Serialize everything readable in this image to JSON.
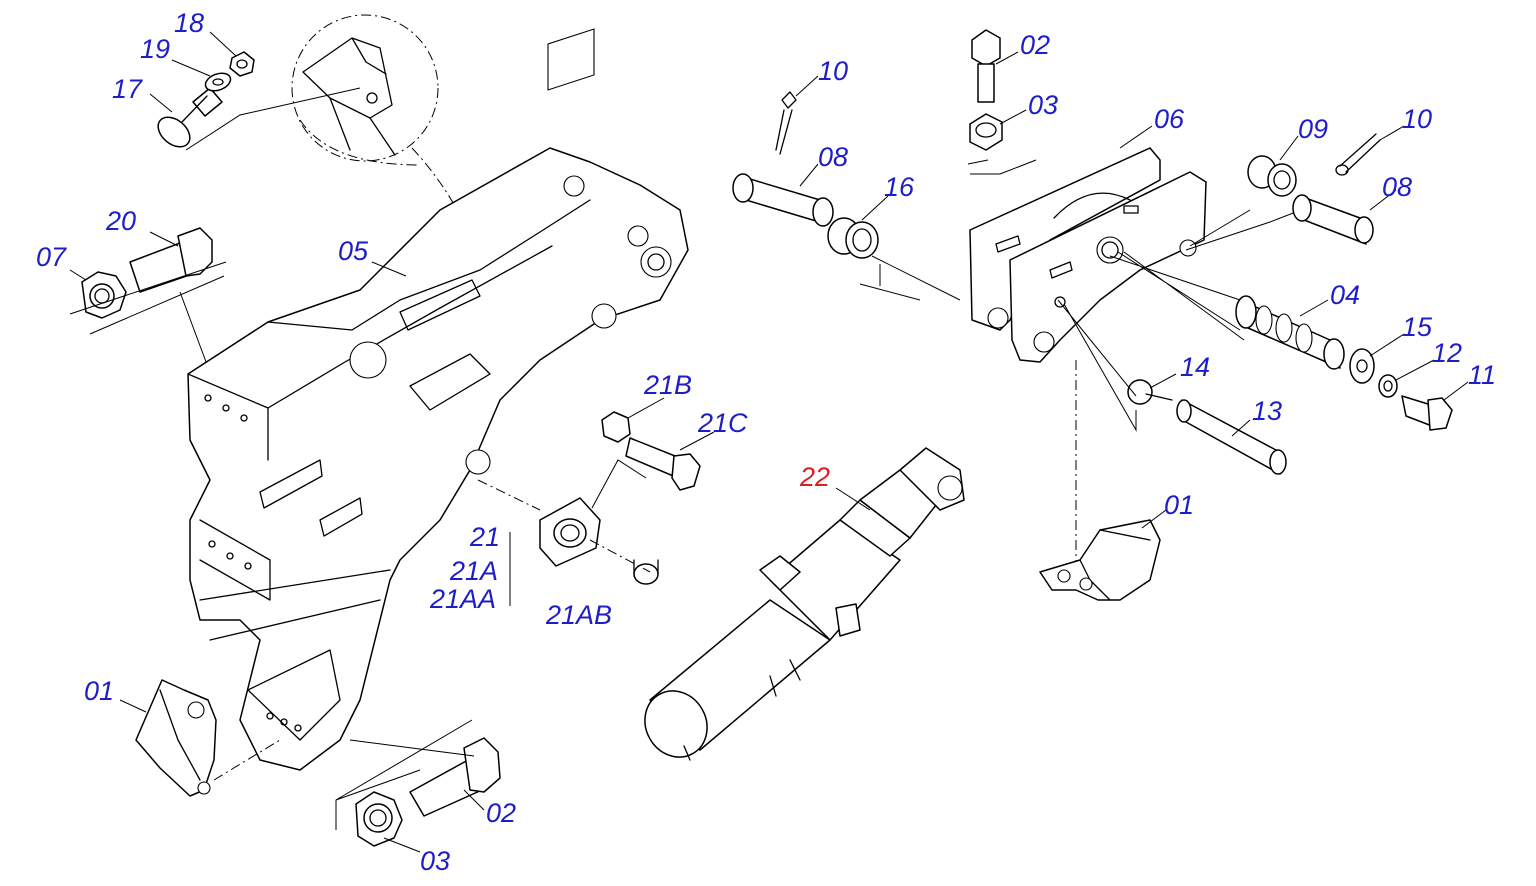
{
  "colors": {
    "callout": "#1e1ec8",
    "highlight": "#dc1e1e",
    "line": "#000000",
    "background": "#ffffff"
  },
  "labels": {
    "c18": "18",
    "c19": "19",
    "c17": "17",
    "c20": "20",
    "c07": "07",
    "c05": "05",
    "c21b": "21B",
    "c21c": "21C",
    "c21": "21",
    "c21a": "21A",
    "c21aa": "21AA",
    "c21ab": "21AB",
    "c01_left": "01",
    "c02_left": "02",
    "c03_left": "03",
    "c10_left": "10",
    "c08_left": "08",
    "c16": "16",
    "c02_top": "02",
    "c03_top": "03",
    "c06": "06",
    "c09": "09",
    "c10_right": "10",
    "c08_right": "08",
    "c04": "04",
    "c15": "15",
    "c12": "12",
    "c11": "11",
    "c14": "14",
    "c13": "13",
    "c01_right": "01",
    "c22": "22"
  }
}
